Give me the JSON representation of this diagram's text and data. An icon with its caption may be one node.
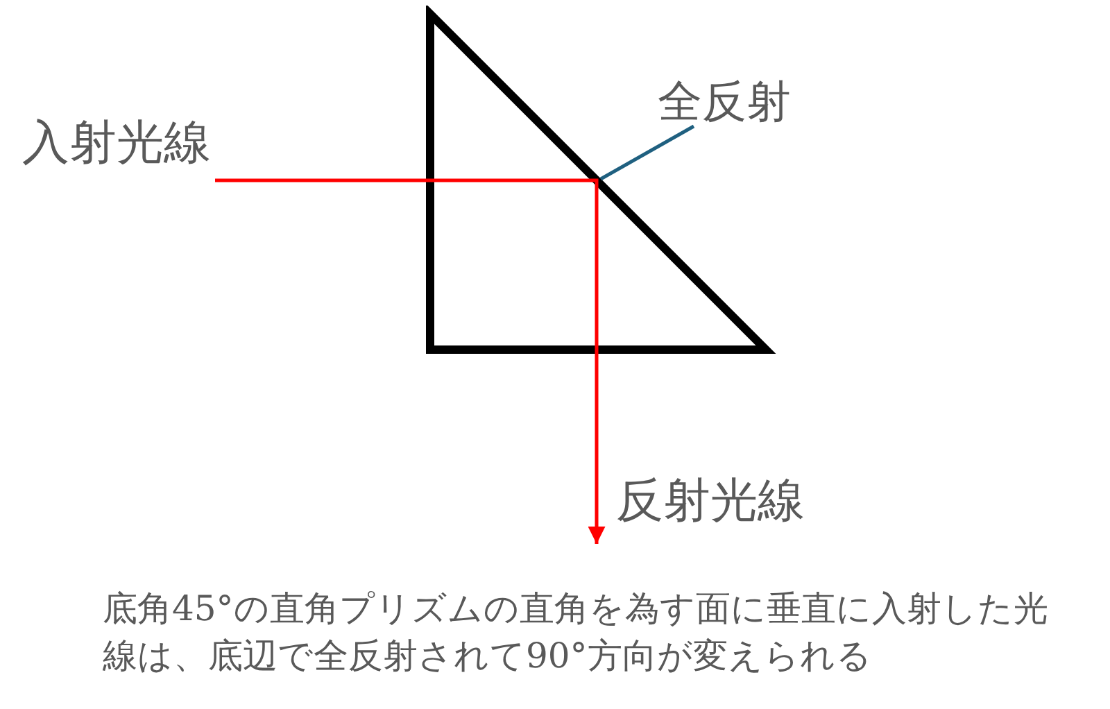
{
  "diagram": {
    "caption": "底角45°の直角プリズムの直角を為す面に垂直に入射した光線は、底辺で全反射されて90°方向が変えられる",
    "nodes": [
      {
        "text": [],
        "shape": "triangle"
      },
      {
        "text": [
          "全反射"
        ]
      }
    ],
    "edges": [
      {
        "from": 1,
        "to": 0,
        "arrow": "none",
        "color": "#1f6080"
      }
    ],
    "labels": [
      "入射光線",
      "反射光線"
    ]
  }
}
